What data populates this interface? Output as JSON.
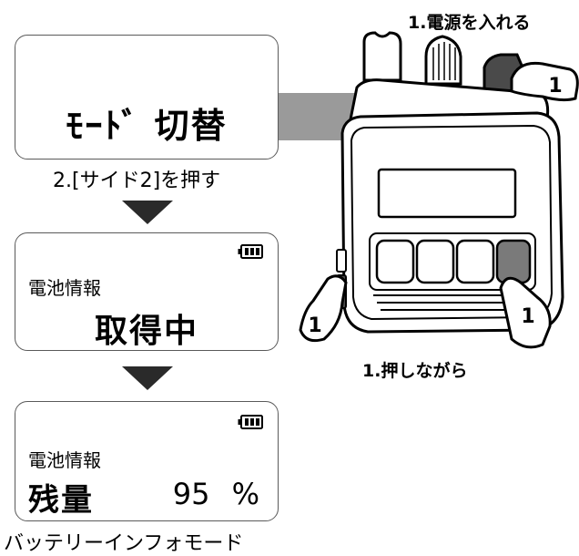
{
  "screen1": {
    "display": "ﾓｰﾄﾞ 切替"
  },
  "step2_label": "2.[サイド2]を押す",
  "screen2": {
    "line1": "電池情報",
    "line2": "取得中"
  },
  "screen3": {
    "line1": "電池情報",
    "label": "残量",
    "value": "95",
    "unit": "%"
  },
  "footer_label": "バッテリーインフォモード",
  "callouts": {
    "power_on": "1.電源を入れる",
    "hold": "1.押しながら",
    "step_number": "1"
  },
  "icons": [
    "battery-full-icon",
    "down-arrow-icon",
    "finger-press-icon"
  ],
  "colors": {
    "border": "#5a5a5a",
    "arrow": "#2a2a2a",
    "radio_gray": "#8a8a8a",
    "key_dark": "#4a4a4a"
  }
}
